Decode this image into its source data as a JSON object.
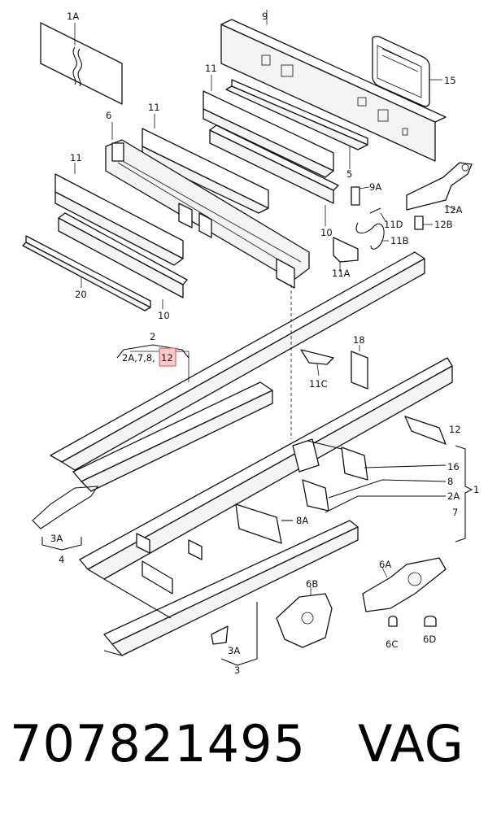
{
  "diagram": {
    "labels": {
      "l_1A": "1A",
      "l_9": "9",
      "l_15": "15",
      "l_11a": "11",
      "l_11b": "11",
      "l_11c": "11",
      "l_6": "6",
      "l_5": "5",
      "l_9A": "9A",
      "l_12A": "12A",
      "l_11D": "11D",
      "l_12B": "12B",
      "l_11B": "11B",
      "l_10a": "10",
      "l_11A": "11A",
      "l_10b": "10",
      "l_20": "20",
      "l_2": "2",
      "l_2seq": "2A,7,8,",
      "l_2hl": "12",
      "l_18": "18",
      "l_11C": "11C",
      "l_12": "12",
      "l_16": "16",
      "l_1": "1",
      "l_8": "8",
      "l_2A": "2A",
      "l_7": "7",
      "l_8A": "8A",
      "l_3A_left": "3A",
      "l_4": "4",
      "l_6A": "6A",
      "l_6B": "6B",
      "l_6C": "6C",
      "l_6D": "6D",
      "l_3A_bottom": "3A",
      "l_3": "3"
    }
  },
  "footer": {
    "part_number": "707821495",
    "brand": "VAG"
  },
  "colors": {
    "highlight": "#f8c9c9",
    "highlight_border": "#d9534f"
  }
}
